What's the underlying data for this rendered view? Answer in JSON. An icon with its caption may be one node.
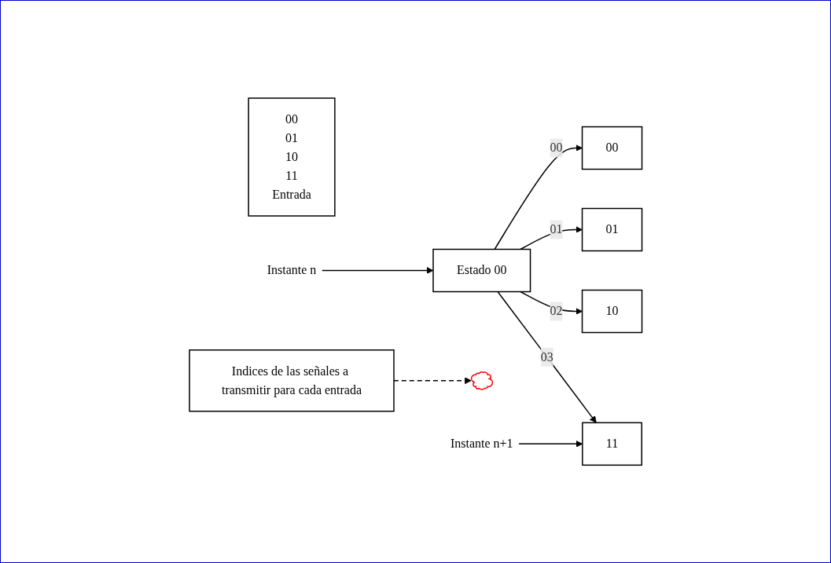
{
  "diagram": {
    "nodes": [
      {
        "text": [
          "00",
          "01",
          "10",
          "11",
          "Entrada"
        ]
      },
      {
        "text": [
          "Estado 00"
        ]
      },
      {
        "text": [
          "00"
        ]
      },
      {
        "text": [
          "01"
        ]
      },
      {
        "text": [
          "10"
        ]
      },
      {
        "text": [
          "11"
        ]
      },
      {
        "text": [],
        "shape": "cloud"
      },
      {
        "text": [
          "Indices de las señales a transmitir para cada entrada"
        ]
      },
      {
        "text": [
          "Instante n"
        ]
      },
      {
        "text": [
          "Instante n+1"
        ]
      }
    ],
    "edges": [
      {
        "from": 1,
        "to": 2,
        "arrow": "to",
        "label": "00"
      },
      {
        "from": 1,
        "to": 3,
        "arrow": "to",
        "label": "01"
      },
      {
        "from": 1,
        "to": 4,
        "arrow": "to",
        "label": "02"
      },
      {
        "from": 1,
        "to": 5,
        "arrow": "to",
        "label": "03"
      },
      {
        "from": 7,
        "to": 6,
        "arrow": "to",
        "style": "dashed"
      },
      {
        "from": 8,
        "to": 1,
        "arrow": "to"
      },
      {
        "from": 9,
        "to": 5,
        "arrow": "to"
      }
    ]
  }
}
